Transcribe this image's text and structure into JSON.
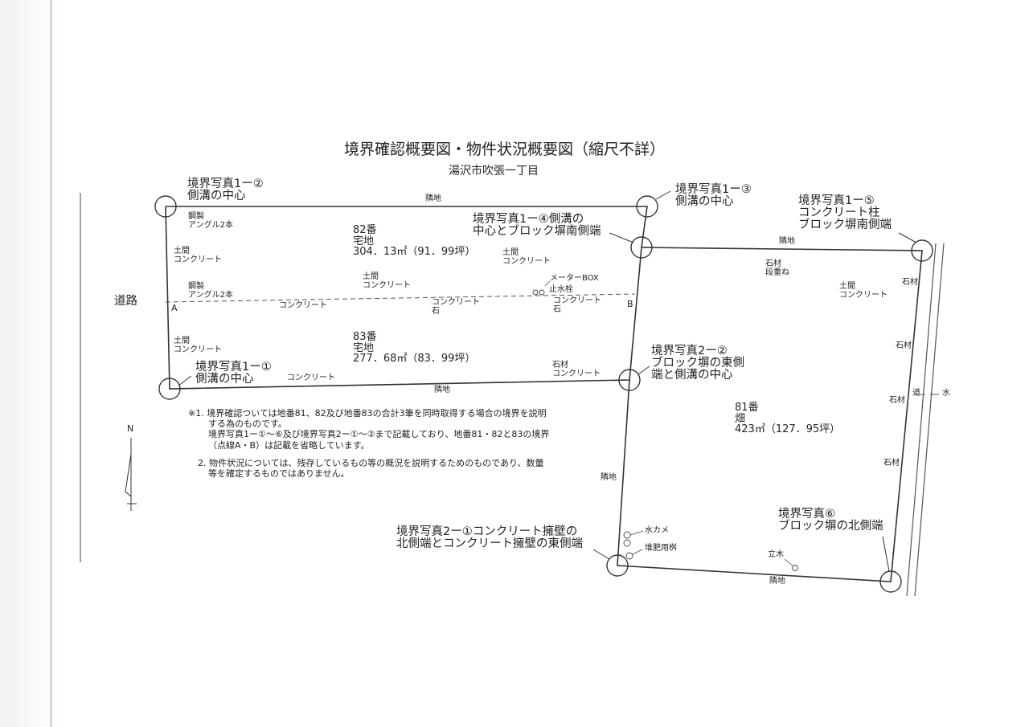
{
  "title": "境界確認概要図・物件状況概要図（縮尺不詳）",
  "subtitle": "湯沢市吹張一丁目",
  "road_label": "道路",
  "compass": "N",
  "corner_labels": {
    "p1_2": [
      "境界写真1ー②",
      "側溝の中心"
    ],
    "p1_3": [
      "境界写真1ー③",
      "側溝の中心"
    ],
    "p1_4": [
      "境界写真1ー④側溝の",
      "中心とブロック塀南側端"
    ],
    "p1_5": [
      "境界写真1ー⑤",
      "コンクリート柱",
      "ブロック塀南側端"
    ],
    "p1_1": [
      "境界写真1ー①",
      "側溝の中心"
    ],
    "p2_2": [
      "境界写真2ー②",
      "ブロック塀の東側",
      "端と側溝の中心"
    ],
    "p2_1": [
      "境界写真2ー①コンクリート擁壁の",
      "北側端とコンクリート擁壁の東側端"
    ],
    "p6": [
      "境界写真⑥",
      "ブロック塀の北側端"
    ]
  },
  "lots": {
    "lot82": [
      "82番",
      "宅地",
      "304．13㎡（91．99坪）"
    ],
    "lot83": [
      "83番",
      "宅地",
      "277．68㎡（83．99坪）"
    ],
    "lot81": [
      "81番",
      "畑",
      "423㎡（127．95坪）"
    ]
  },
  "labels": {
    "neighbor": "隣地",
    "steel1": [
      "鋼製",
      "アングル2本"
    ],
    "steel2": [
      "鋼製",
      "アングル2本"
    ],
    "doma": [
      "土間",
      "コンクリート"
    ],
    "concrete": "コンクリート",
    "conc_stone": [
      "コンクリート",
      "石"
    ],
    "meter": "メーターBOX",
    "stopcock": "止水栓",
    "point_a": "A",
    "point_b": "B",
    "stone_conc": [
      "石材",
      "コンクリート"
    ],
    "stone_step": [
      "石材",
      "段重ね"
    ],
    "stone": "石材",
    "water_channel": [
      "道",
      "水"
    ],
    "water_jar": "水カメ",
    "compost": "堆肥用桝",
    "standing_tree": "立木"
  },
  "notes": [
    "※1. 境界確認ついては地番81、82及び地番83の合計3筆を同時取得する場合の境界を説明",
    "する為のものです。",
    "境界写真1ー①～⑥及び境界写真2ー①～②まで記載しており、地番81・82と83の境界",
    "（点線A・B）は記載を省略しています。",
    "2. 物件状況については、残存しているもの等の概況を説明するためのものであり、数量",
    "等を確定するものではありません。"
  ]
}
